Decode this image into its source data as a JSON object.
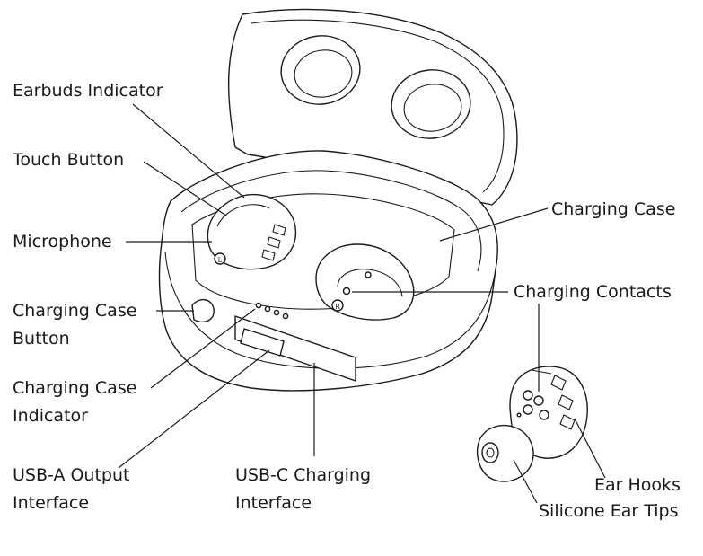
{
  "labels": {
    "earbuds_indicator": "Earbuds Indicator",
    "touch_button": "Touch Button",
    "microphone": "Microphone",
    "charging_case_button_1": "Charging Case",
    "charging_case_button_2": "Button",
    "charging_case_indicator_1": "Charging Case",
    "charging_case_indicator_2": "Indicator",
    "usb_a_1": "USB-A Output",
    "usb_a_2": "Interface",
    "usb_c_1": "USB-C Charging",
    "usb_c_2": "Interface",
    "charging_case": "Charging Case",
    "charging_contacts": "Charging Contacts",
    "ear_hooks": "Ear Hooks",
    "silicone_ear_tips": "Silicone Ear Tips"
  },
  "markings": {
    "left": "L",
    "right": "R"
  }
}
